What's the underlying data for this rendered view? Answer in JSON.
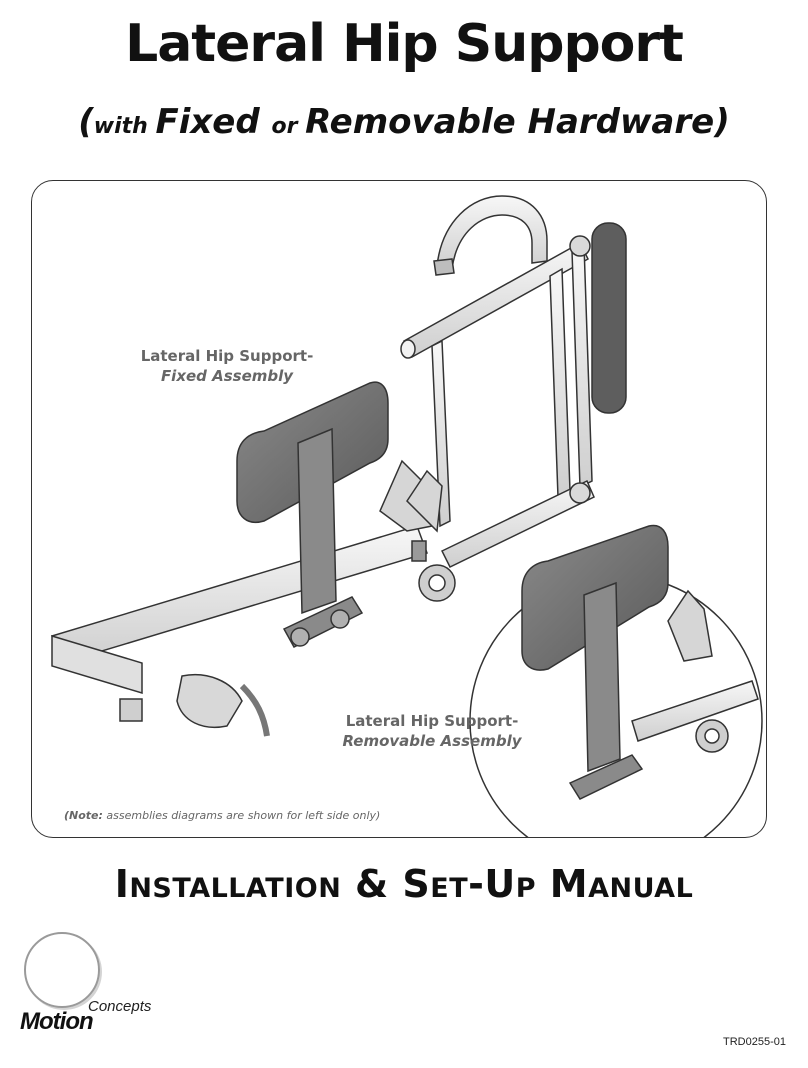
{
  "header": {
    "title": "Lateral Hip Support",
    "subtitle_open": "(",
    "subtitle_with": "with ",
    "subtitle_fixed": "Fixed ",
    "subtitle_or": "or ",
    "subtitle_rest": "Removable Hardware",
    "subtitle_close": ")"
  },
  "illustration": {
    "callout_fixed_line1": "Lateral Hip Support-",
    "callout_fixed_line2": "Fixed Assembly",
    "callout_removable_line1": "Lateral Hip Support-",
    "callout_removable_line2": "Removable Assembly",
    "note_label": "(Note:",
    "note_text": " assemblies diagrams are shown for left side only)"
  },
  "footer": {
    "manual_title": "Installation & Set-Up Manual",
    "logo_concepts": "Concepts",
    "logo_motion": "Motion",
    "doc_number": "TRD0255-01"
  },
  "colors": {
    "pad": "#6f6f6f",
    "bracket": "#8a8a8a",
    "tube": "#e6e6e6",
    "outline": "#333333"
  }
}
